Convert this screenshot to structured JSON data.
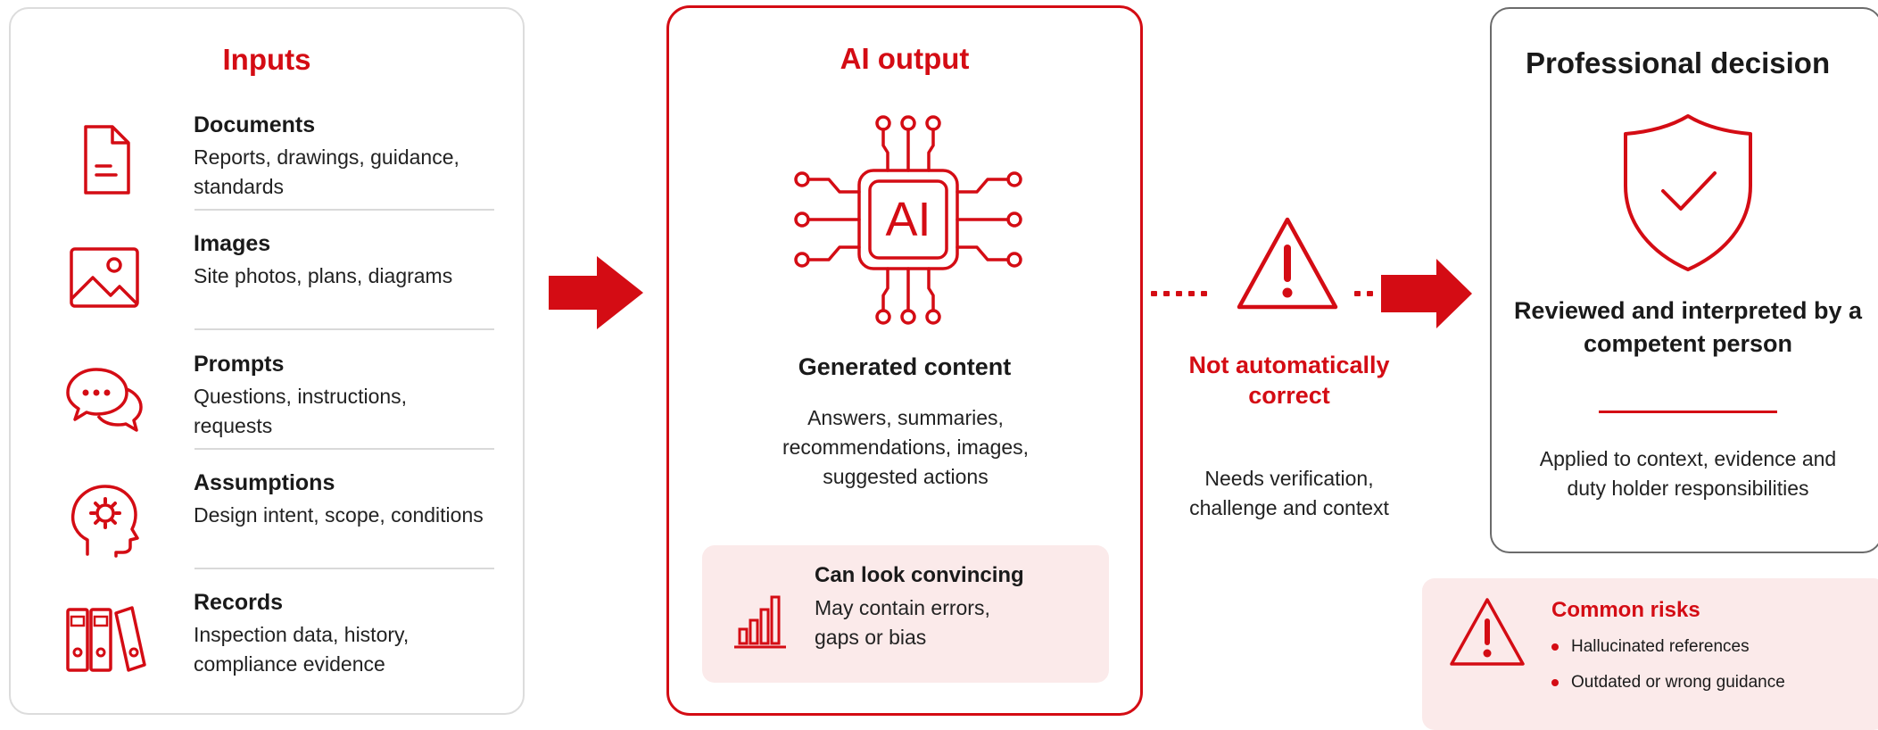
{
  "inputs": {
    "title": "Inputs",
    "items": [
      {
        "icon": "document-icon",
        "title": "Documents",
        "desc": "Reports, drawings, guidance, standards"
      },
      {
        "icon": "image-icon",
        "title": "Images",
        "desc": "Site photos, plans, diagrams"
      },
      {
        "icon": "chat-bubbles-icon",
        "title": "Prompts",
        "desc": "Questions, instructions, requests"
      },
      {
        "icon": "head-gear-icon",
        "title": "Assumptions",
        "desc": "Design intent, scope, conditions"
      },
      {
        "icon": "binders-icon",
        "title": "Records",
        "desc": "Inspection data, history, compliance evidence"
      }
    ]
  },
  "ai_output": {
    "title": "AI output",
    "chip_label": "AI",
    "content_title": "Generated content",
    "content_desc": "Answers, summaries, recommendations, images, suggested actions",
    "callout": {
      "title": "Can look convincing",
      "desc": "May contain errors, gaps or bias"
    }
  },
  "warning": {
    "title": "Not automatically correct",
    "desc": "Needs verification, challenge and context"
  },
  "decision": {
    "title": "Professional decision",
    "subtitle": "Reviewed and interpreted by a competent person",
    "desc": "Applied to context, evidence and duty holder responsibilities"
  },
  "risks": {
    "title": "Common risks",
    "items": [
      "Hallucinated references",
      "Outdated or wrong guidance"
    ]
  },
  "colors": {
    "accent": "#d40c14",
    "callout_bg": "#fbeaea",
    "decision_border": "#6b6b6b"
  }
}
